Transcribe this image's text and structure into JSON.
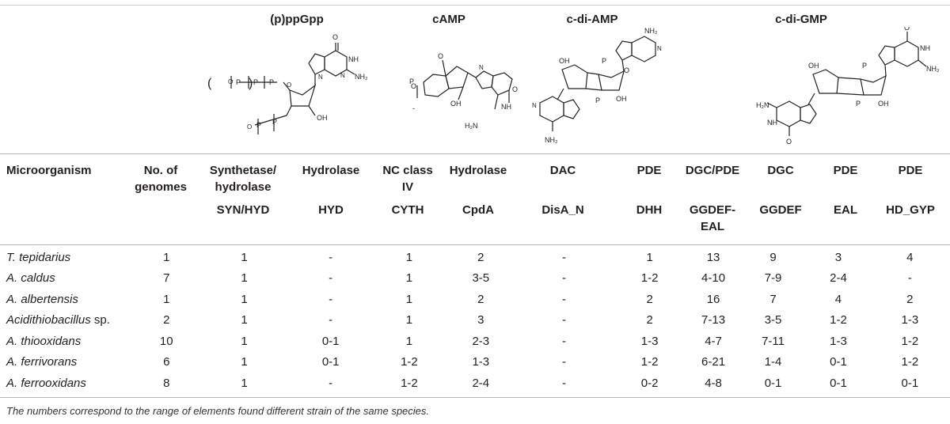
{
  "groups": [
    {
      "id": "ppgpp",
      "title": "(p)ppGpp"
    },
    {
      "id": "camp",
      "title": "cAMP"
    },
    {
      "id": "cdiamp",
      "title": "c-di-AMP"
    },
    {
      "id": "cdigmp",
      "title": "c-di-GMP"
    }
  ],
  "header": {
    "microorganism": "Microorganism",
    "genomes": [
      "No. of",
      "genomes"
    ],
    "syn_hyd": [
      "Synthetase/",
      "hydrolase"
    ],
    "syn_hyd_code": "SYN/HYD",
    "hyd": "Hydrolase",
    "hyd_code": "HYD",
    "nc": [
      "NC class",
      "IV"
    ],
    "nc_code": "CYTH",
    "camp_hyd": "Hydrolase",
    "camp_hyd_code": "CpdA",
    "dac": "DAC",
    "dac_code": "DisA_N",
    "pde": "PDE",
    "pde_code": "DHH",
    "dgcpde": "DGC/PDE",
    "dgcpde_code": [
      "GGDEF-",
      "EAL"
    ],
    "dgc": "DGC",
    "dgc_code": "GGDEF",
    "pde2": "PDE",
    "pde2_code": "EAL",
    "pde3": "PDE",
    "pde3_code": "HD_GYP"
  },
  "molecule_labels": {
    "ppgpp": {
      "o": "O",
      "nh": "NH",
      "nh2": "NH₂",
      "n": "N",
      "oh": "OH",
      "p": "P",
      "om": "O⁻"
    },
    "nh2": "NH₂",
    "oh": "OH",
    "o": "O",
    "nh": "NH",
    "h2n": "H₂N",
    "n": "N",
    "p": "P"
  },
  "rows": [
    {
      "genus": "T. tepidarius",
      "sp": "",
      "values": [
        "1",
        "1",
        "-",
        "1",
        "2",
        "-",
        "1",
        "13",
        "9",
        "3",
        "4"
      ]
    },
    {
      "genus": "A. caldus",
      "sp": "",
      "values": [
        "7",
        "1",
        "-",
        "1",
        "3-5",
        "-",
        "1-2",
        "4-10",
        "7-9",
        "2-4",
        "-"
      ]
    },
    {
      "genus": "A. albertensis",
      "sp": "",
      "values": [
        "1",
        "1",
        "-",
        "1",
        "2",
        "-",
        "2",
        "16",
        "7",
        "4",
        "2"
      ]
    },
    {
      "genus": "Acidithiobacillus",
      "sp": " sp.",
      "values": [
        "2",
        "1",
        "-",
        "1",
        "3",
        "-",
        "2",
        "7-13",
        "3-5",
        "1-2",
        "1-3"
      ]
    },
    {
      "genus": "A. thiooxidans",
      "sp": "",
      "values": [
        "10",
        "1",
        "0-1",
        "1",
        "2-3",
        "-",
        "1-3",
        "4-7",
        "7-11",
        "1-3",
        "1-2"
      ]
    },
    {
      "genus": "A. ferrivorans",
      "sp": "",
      "values": [
        "6",
        "1",
        "0-1",
        "1-2",
        "1-3",
        "-",
        "1-2",
        "6-21",
        "1-4",
        "0-1",
        "1-2"
      ]
    },
    {
      "genus": "A. ferrooxidans",
      "sp": "",
      "values": [
        "8",
        "1",
        "-",
        "1-2",
        "2-4",
        "-",
        "0-2",
        "4-8",
        "0-1",
        "0-1",
        "0-1"
      ]
    }
  ],
  "footnote": "The numbers correspond to the range of elements found different strain of the same species."
}
